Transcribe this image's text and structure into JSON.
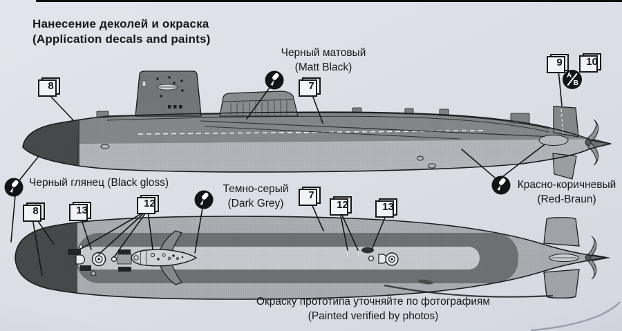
{
  "document": {
    "title_ru": "Нанесение деколей и окраска",
    "title_en": "(Application decals and paints)",
    "footer_note_ru": "Окраску прототипа уточняйте по фотографиям",
    "footer_note_en": "(Painted verified by photos)"
  },
  "paint_labels": {
    "matt_black": {
      "ru": "Черный матовый",
      "en": "(Matt Black)"
    },
    "black_gloss": {
      "label": "Черный глянец (Black gloss)"
    },
    "dark_grey": {
      "ru": "Темно-серый",
      "en": "(Dark Grey)"
    },
    "red_braun": {
      "ru": "Красно-коричневый",
      "en": "(Red-Braun)"
    }
  },
  "callouts": {
    "top_view": {
      "n8": "8",
      "n7": "7",
      "n9": "9",
      "n10": "10"
    },
    "bottom_view": {
      "n8": "8",
      "n13_left": "13",
      "n12_left": "12",
      "n7": "7",
      "n12_right": "12",
      "n13_right": "13"
    },
    "variant_badge": {
      "a": "A",
      "b": "B"
    }
  },
  "icons": {
    "paint_brush": "black circle with white brush stroke",
    "variant_badge": "black circle split diagonally A/B"
  },
  "colors": {
    "paper": "#dcdfe6",
    "ink": "#17181a",
    "hull_upper_grey": "#85888b",
    "hull_lower_grey": "#b4b7bc",
    "bow_black": "#46484a",
    "deck_strip_light": "#c9ccd1",
    "band_dark_grey": "#6f7275",
    "band_outer_grey": "#abaeb3"
  }
}
